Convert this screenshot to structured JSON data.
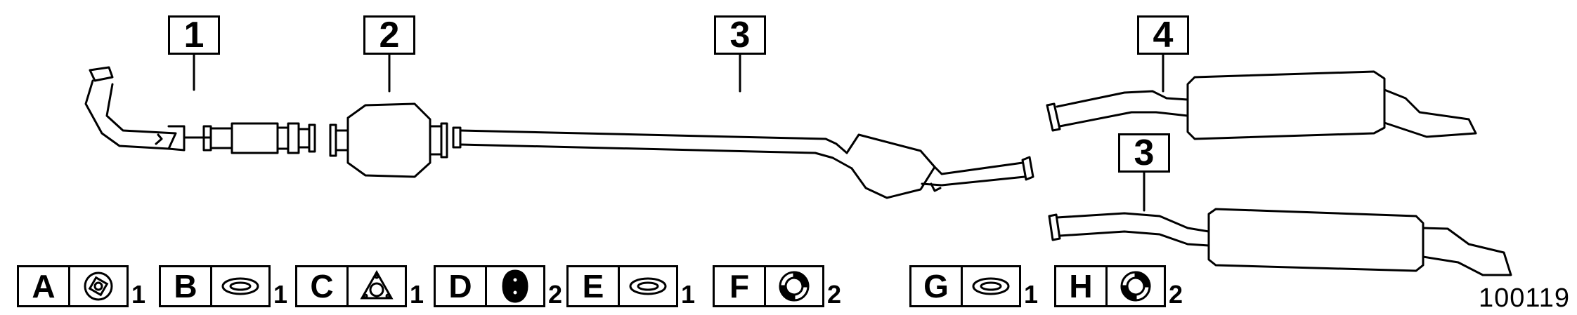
{
  "callouts": [
    {
      "id": "c1",
      "label": "1"
    },
    {
      "id": "c2",
      "label": "2"
    },
    {
      "id": "c3a",
      "label": "3"
    },
    {
      "id": "c4",
      "label": "4"
    },
    {
      "id": "c3b",
      "label": "3"
    }
  ],
  "legend": [
    {
      "letter": "A",
      "qty": "1",
      "icon": "flange-gasket-icon"
    },
    {
      "letter": "B",
      "qty": "1",
      "icon": "seal-ring-icon"
    },
    {
      "letter": "C",
      "qty": "1",
      "icon": "three-bolt-gasket-icon"
    },
    {
      "letter": "D",
      "qty": "2",
      "icon": "rubber-hanger-icon"
    },
    {
      "letter": "E",
      "qty": "1",
      "icon": "seal-ring-icon"
    },
    {
      "letter": "F",
      "qty": "2",
      "icon": "pipe-clamp-icon"
    },
    {
      "letter": "G",
      "qty": "1",
      "icon": "seal-ring-icon"
    },
    {
      "letter": "H",
      "qty": "2",
      "icon": "pipe-clamp-icon"
    }
  ],
  "diagram_number": "100119"
}
